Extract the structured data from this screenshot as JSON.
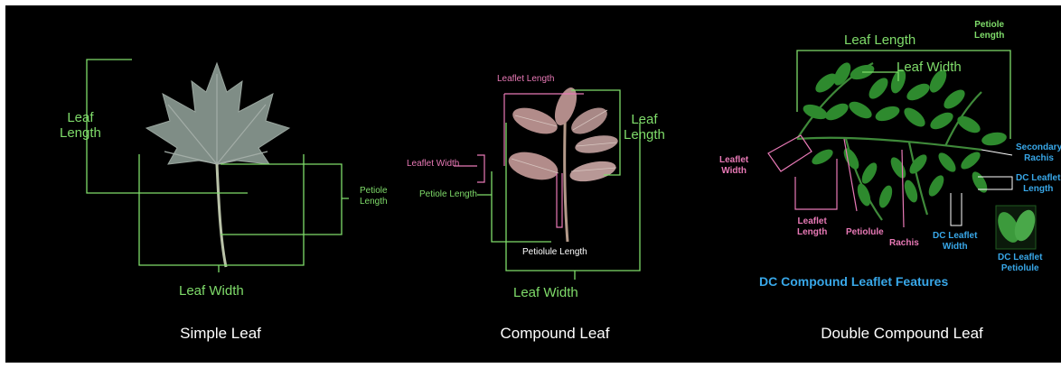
{
  "colors": {
    "background": "#000000",
    "measure_green": "#7fdc6a",
    "measure_pink": "#e879b6",
    "measure_blue": "#38a7e8",
    "leaf_gray": "#7f8d86",
    "leaf_green": "#2e8a2e",
    "leaf_pink": "#b28c8a"
  },
  "panels": {
    "simple": {
      "caption": "Simple Leaf",
      "leaf_length": "Leaf\nLength",
      "petiole_length": "Petiole\nLength",
      "leaf_width": "Leaf Width"
    },
    "compound": {
      "caption": "Compound Leaf",
      "leaflet_length": "Leaflet Length",
      "leaf_length": "Leaf\nLength",
      "leaflet_width": "Leaflet Width",
      "petiole_length": "Petiole Length",
      "petiolule_length": "Petiolule Length",
      "leaf_width": "Leaf Width"
    },
    "double": {
      "caption": "Double Compound Leaf",
      "leaf_length": "Leaf Length",
      "petiole_length": "Petiole\nLength",
      "leaf_width": "Leaf Width",
      "leaflet_width": "Leaflet\nWidth",
      "secondary_rachis": "Secondary\nRachis",
      "dc_leaflet_length": "DC Leaflet\nLength",
      "leaflet_length": "Leaflet\nLength",
      "petiolule": "Petiolule",
      "dc_leaflet_width": "DC Leaflet\nWidth",
      "rachis": "Rachis",
      "dc_leaflet_petiolule": "DC Leaflet\nPetiolule",
      "features_title": "DC Compound Leaflet Features"
    }
  }
}
